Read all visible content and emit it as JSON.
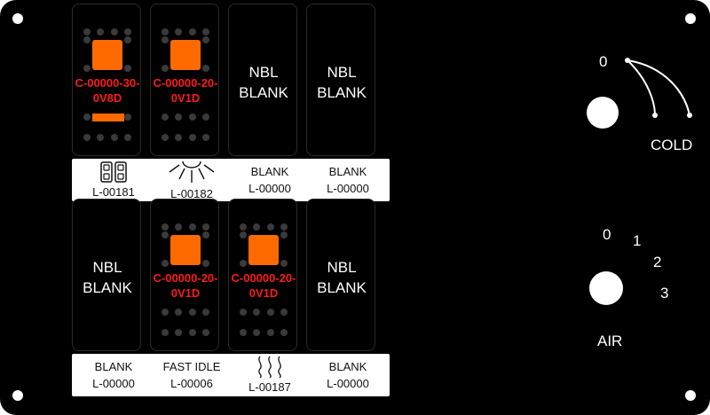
{
  "switches": [
    {
      "type": "lit",
      "part_lines": [
        "C-00000-30-",
        "0V8D"
      ],
      "has_bar": true
    },
    {
      "type": "lit",
      "part_lines": [
        "C-00000-20-",
        "0V1D"
      ],
      "has_bar": false
    },
    {
      "type": "blank",
      "lines": [
        "NBL",
        "BLANK"
      ]
    },
    {
      "type": "blank",
      "lines": [
        "NBL",
        "BLANK"
      ]
    },
    {
      "type": "blank",
      "lines": [
        "NBL",
        "BLANK"
      ]
    },
    {
      "type": "lit",
      "part_lines": [
        "C-00000-20-",
        "0V1D"
      ],
      "has_bar": false
    },
    {
      "type": "lit",
      "part_lines": [
        "C-00000-20-",
        "0V1D"
      ],
      "has_bar": false
    },
    {
      "type": "blank",
      "lines": [
        "NBL",
        "BLANK"
      ]
    }
  ],
  "labels": [
    {
      "icon": "dual-box-icon",
      "top": "",
      "code": "L-00181"
    },
    {
      "icon": "sun-rays-icon",
      "top": "",
      "code": "L-00182"
    },
    {
      "icon": "",
      "top": "BLANK",
      "code": "L-00000"
    },
    {
      "icon": "",
      "top": "BLANK",
      "code": "L-00000"
    },
    {
      "icon": "",
      "top": "BLANK",
      "code": "L-00000"
    },
    {
      "icon": "",
      "top": "FAST IDLE",
      "code": "L-00006"
    },
    {
      "icon": "heat-waves-icon",
      "top": "",
      "code": "L-00187"
    },
    {
      "icon": "",
      "top": "BLANK",
      "code": "L-00000"
    }
  ],
  "cold_knob": {
    "label": "COLD",
    "zero": "0"
  },
  "air_knob": {
    "label": "AIR",
    "positions": [
      "0",
      "1",
      "2",
      "3"
    ]
  },
  "colors": {
    "panel": "#000000",
    "lamp": "#ff6a00",
    "part_text": "#ff1a1a",
    "label_bg": "#ffffff"
  }
}
